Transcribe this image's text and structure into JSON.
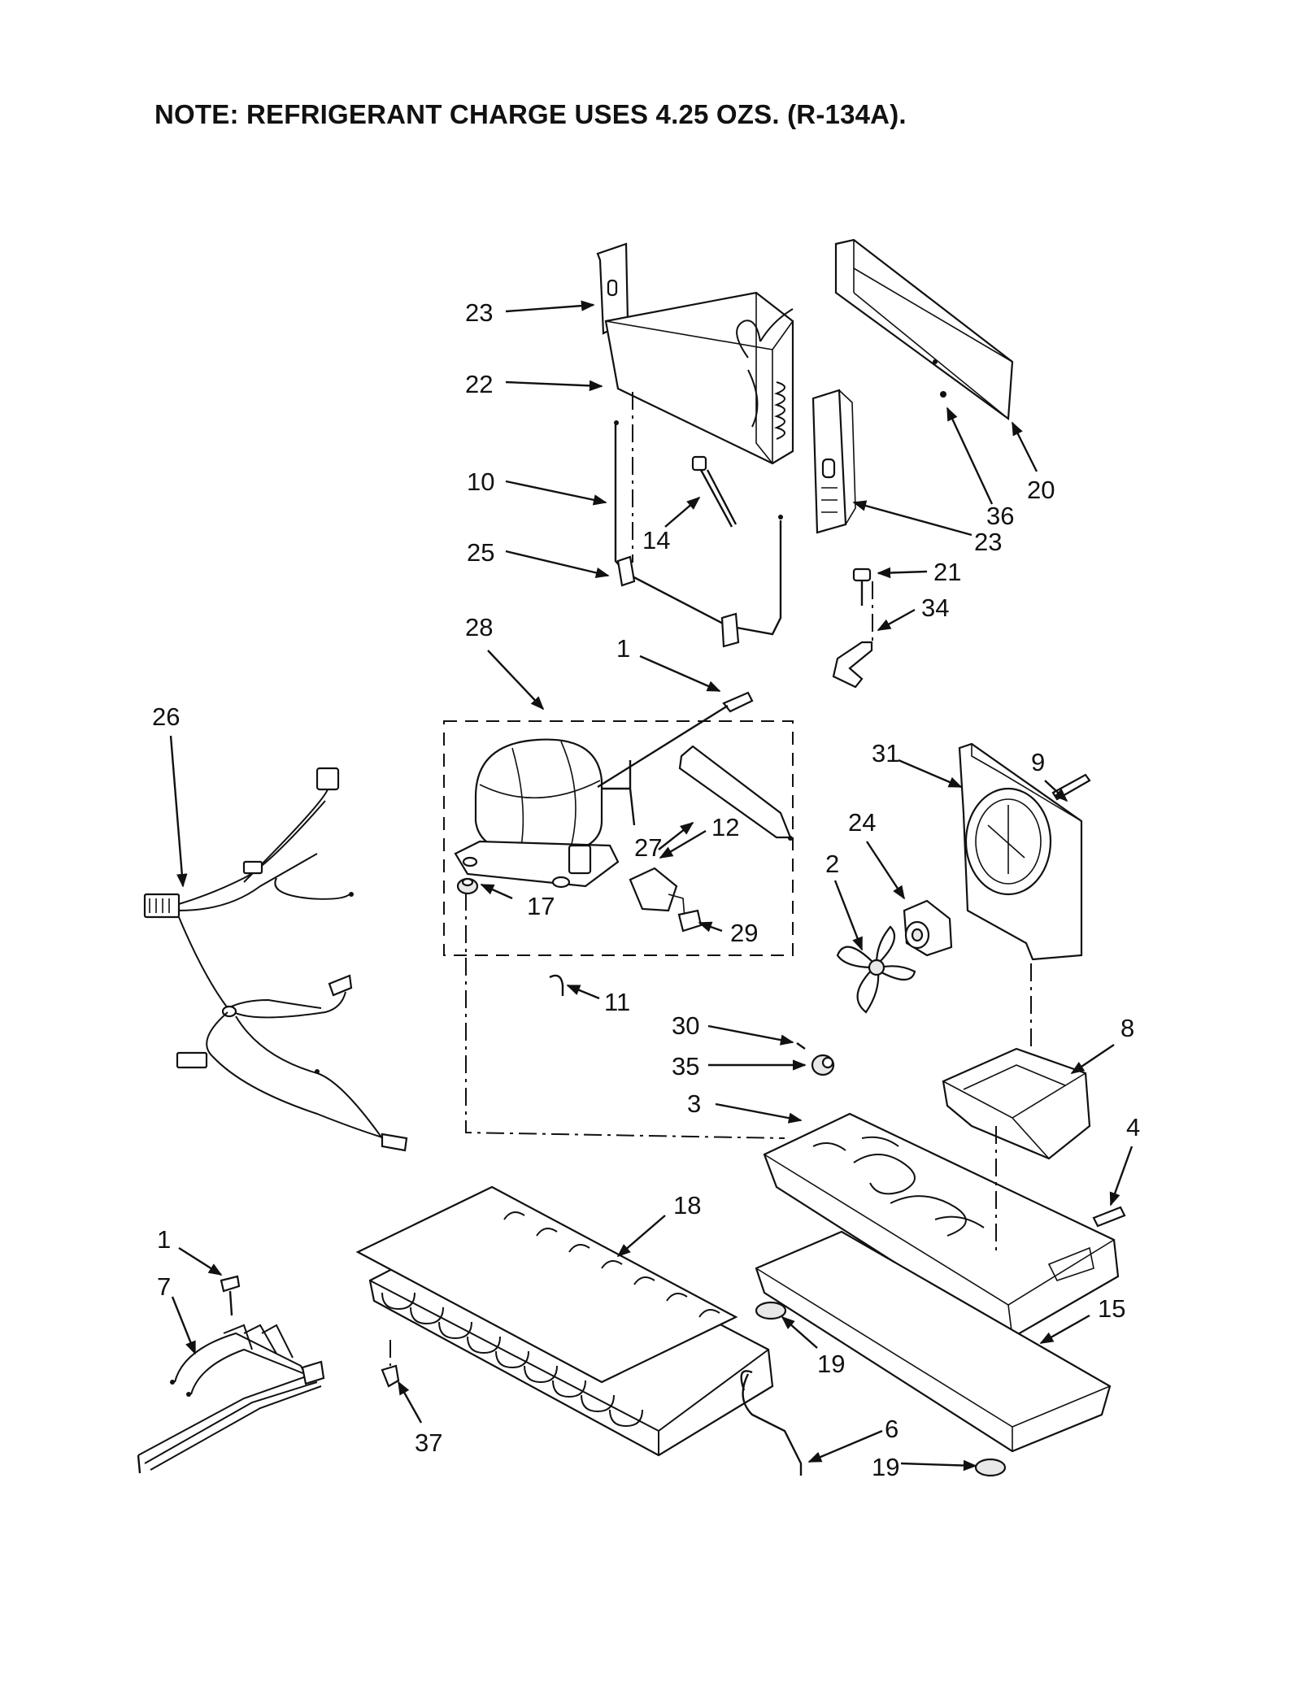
{
  "note": "NOTE: REFRIGERANT CHARGE USES 4.25 OZS. (R-134A).",
  "callouts": [
    {
      "id": "c23a",
      "text": "23"
    },
    {
      "id": "c22",
      "text": "22"
    },
    {
      "id": "c10",
      "text": "10"
    },
    {
      "id": "c25",
      "text": "25"
    },
    {
      "id": "c14",
      "text": "14"
    },
    {
      "id": "c23b",
      "text": "23"
    },
    {
      "id": "c36",
      "text": "36"
    },
    {
      "id": "c20",
      "text": "20"
    },
    {
      "id": "c21",
      "text": "21"
    },
    {
      "id": "c34",
      "text": "34"
    },
    {
      "id": "c28",
      "text": "28"
    },
    {
      "id": "c1a",
      "text": "1"
    },
    {
      "id": "c26",
      "text": "26"
    },
    {
      "id": "c27",
      "text": "27"
    },
    {
      "id": "c12",
      "text": "12"
    },
    {
      "id": "c17",
      "text": "17"
    },
    {
      "id": "c29",
      "text": "29"
    },
    {
      "id": "c31",
      "text": "31"
    },
    {
      "id": "c9",
      "text": "9"
    },
    {
      "id": "c24",
      "text": "24"
    },
    {
      "id": "c2",
      "text": "2"
    },
    {
      "id": "c11",
      "text": "11"
    },
    {
      "id": "c30",
      "text": "30"
    },
    {
      "id": "c35",
      "text": "35"
    },
    {
      "id": "c8",
      "text": "8"
    },
    {
      "id": "c3",
      "text": "3"
    },
    {
      "id": "c4",
      "text": "4"
    },
    {
      "id": "c18",
      "text": "18"
    },
    {
      "id": "c1b",
      "text": "1"
    },
    {
      "id": "c7",
      "text": "7"
    },
    {
      "id": "c15",
      "text": "15"
    },
    {
      "id": "c19a",
      "text": "19"
    },
    {
      "id": "c37",
      "text": "37"
    },
    {
      "id": "c6",
      "text": "6"
    },
    {
      "id": "c19b",
      "text": "19"
    }
  ]
}
